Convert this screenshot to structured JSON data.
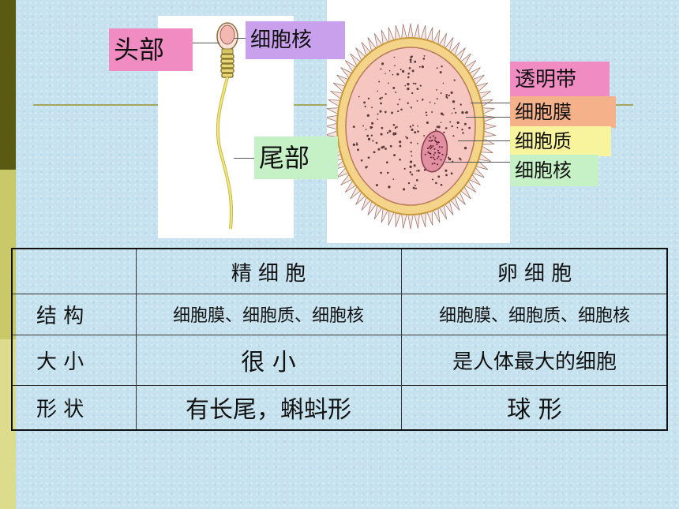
{
  "labels": {
    "head": "头部",
    "sperm_nucleus": "细胞核",
    "tail": "尾部",
    "zona_pellucida": "透明带",
    "cell_membrane": "细胞膜",
    "cytoplasm": "细胞质",
    "egg_nucleus": "细胞核"
  },
  "table": {
    "headers": [
      "",
      "精 细 胞",
      "卵 细 胞"
    ],
    "rows": [
      {
        "label": "结 构",
        "sperm": "细胞膜、细胞质、细胞核",
        "egg": "细胞膜、细胞质、细胞核"
      },
      {
        "label": "大 小",
        "sperm": "很 小",
        "egg": "是人体最大的细胞"
      },
      {
        "label": "形 状",
        "sperm": "有长尾，蝌蚪形",
        "egg": "球 形"
      }
    ]
  }
}
